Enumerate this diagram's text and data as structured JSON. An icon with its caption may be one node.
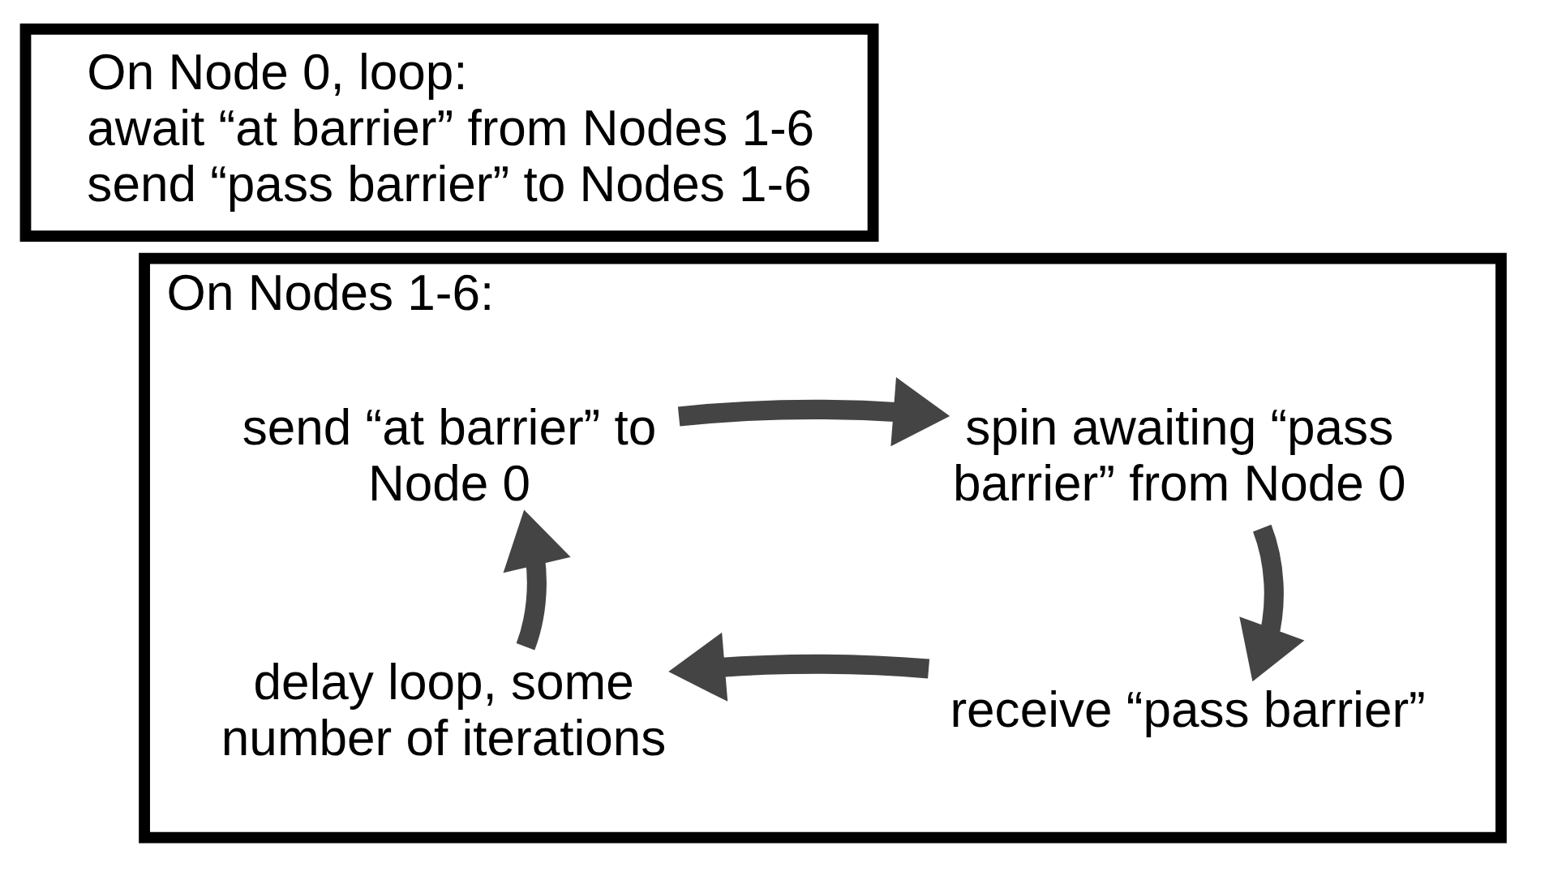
{
  "diagram": {
    "nodes": [
      {
        "text": [
          "On Node 0, loop:",
          "await “at barrier” from Nodes 1-6",
          "send “pass barrier” to Nodes 1-6"
        ]
      },
      {
        "text": [
          "On Nodes 1-6:"
        ]
      },
      {
        "text": [
          "send “at barrier” to Node 0"
        ],
        "in": 1
      },
      {
        "text": [
          "spin awaiting “pass barrier” from Node 0"
        ],
        "in": 1
      },
      {
        "text": [
          "receive “pass barrier”"
        ],
        "in": 1
      },
      {
        "text": [
          "delay loop, some number of iterations"
        ],
        "in": 1
      }
    ],
    "edges": [
      {
        "from": 2,
        "to": 3,
        "arrow": "to"
      },
      {
        "from": 3,
        "to": 4,
        "arrow": "to"
      },
      {
        "from": 4,
        "to": 5,
        "arrow": "to"
      },
      {
        "from": 5,
        "to": 2,
        "arrow": "to"
      }
    ]
  }
}
